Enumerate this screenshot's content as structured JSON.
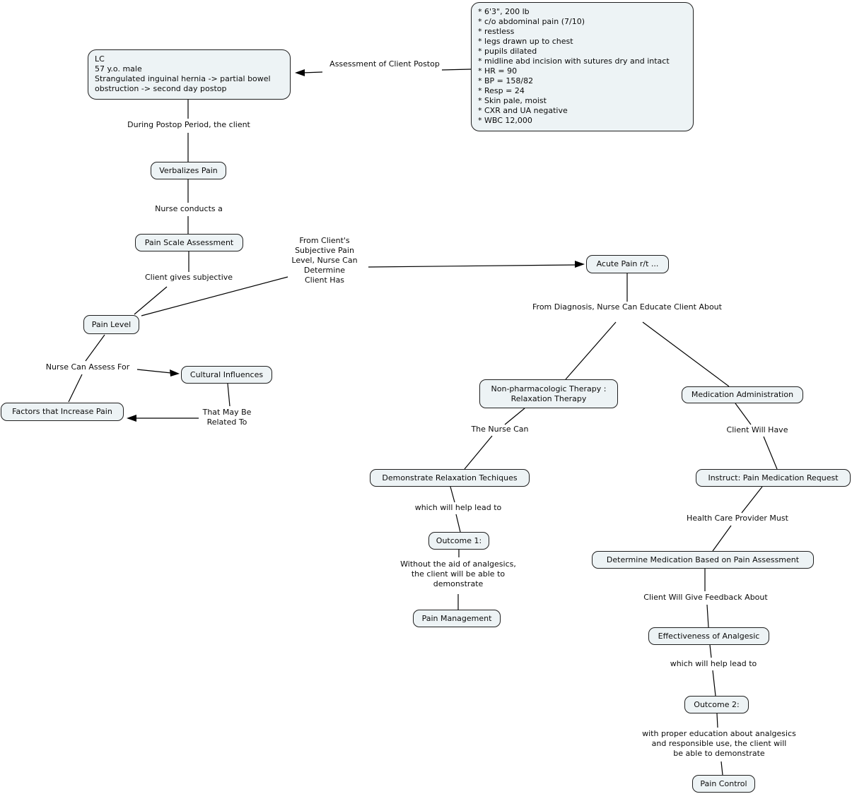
{
  "colors": {
    "node-fill": "#edf3f5",
    "node-border": "#1f1f1f",
    "line": "#000000",
    "text": "#0b0b0b",
    "background": "#ffffff"
  },
  "nodes": {
    "client_info": "LC\n57 y.o. male\nStrangulated inguinal hernia -> partial bowel\nobstruction -> second day postop",
    "assessment_findings": "* 6'3\", 200 lb\n* c/o abdominal pain (7/10)\n* restless\n* legs drawn up to chest\n* pupils dilated\n* midline abd incision with sutures dry and intact\n* HR = 90\n* BP = 158/82\n* Resp = 24\n* Skin pale, moist\n* CXR and UA negative\n* WBC 12,000",
    "verbalizes_pain": "Verbalizes Pain",
    "pain_scale_assessment": "Pain Scale Assessment",
    "pain_level": "Pain Level",
    "cultural_influences": "Cultural Influences",
    "factors_increase_pain": "Factors that Increase Pain",
    "acute_pain": "Acute Pain r/t ...",
    "non_pharmacologic": "Non-pharmacologic Therapy :\nRelaxation Therapy",
    "medication_administration": "Medication Administration",
    "demonstrate_relaxation": "Demonstrate Relaxation Techiques",
    "outcome_1": "Outcome 1:",
    "pain_management": "Pain Management",
    "instruct_request": "Instruct: Pain Medication Request",
    "determine_medication": "Determine Medication Based on Pain Assessment",
    "effectiveness_analgesic": "Effectiveness of Analgesic",
    "outcome_2": "Outcome 2:",
    "pain_control": "Pain Control"
  },
  "labels": {
    "assessment_link": "Assessment of Client Postop",
    "during_postop": "During Postop Period, the client",
    "nurse_conducts": "Nurse conducts a",
    "client_gives": "Client gives subjective",
    "from_client": "From Client's\nSubjective Pain\nLevel, Nurse Can\nDetermine\nClient Has",
    "from_diagnosis": "From Diagnosis, Nurse Can Educate Client About",
    "nurse_assess": "Nurse Can Assess For",
    "related_to": "That May Be\nRelated To",
    "the_nurse_can": "The Nurse Can",
    "client_will_have": "Client Will Have",
    "help_lead_1": "which will help lead to",
    "without_aid": "Without the aid of analgesics,\nthe client will be able to\ndemonstrate",
    "hcp_must": "Health Care Provider Must",
    "feedback": "Client Will Give Feedback About",
    "help_lead_2": "which will help lead to",
    "proper_education": "with proper education about analgesics\nand responsible use, the client will\nbe able to demonstrate"
  }
}
